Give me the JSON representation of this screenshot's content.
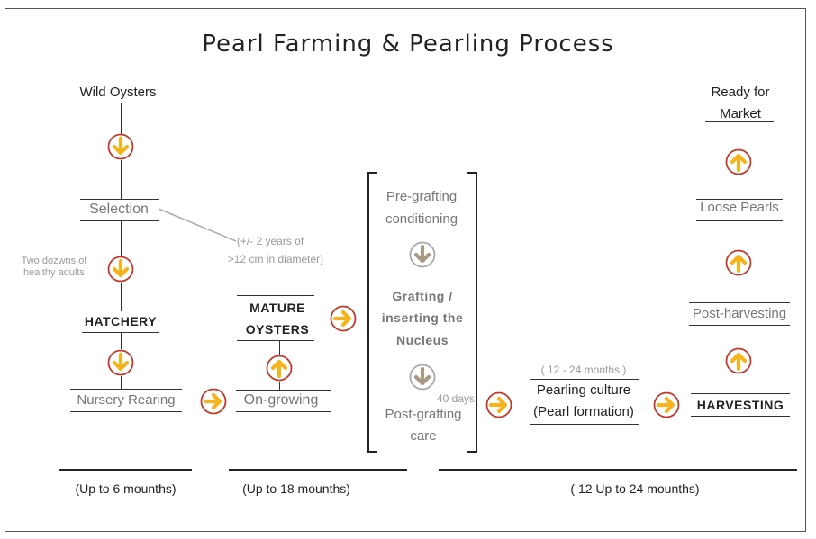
{
  "title": "Pearl Farming & Pearling Process",
  "nodes": {
    "wild_oysters": "Wild Oysters",
    "selection": "Selection",
    "selection_note_line1": "(+/- 2 years of",
    "selection_note_line2": ">12 cm in diameter)",
    "two_dozens_line1": "Two dozwns of",
    "two_dozens_line2": "healthy adults",
    "hatchery": "HATCHERY",
    "nursery_rearing": "Nursery Rearing",
    "on_growing": "On-growing",
    "mature_line1": "MATURE",
    "mature_line2": "OYSTERS",
    "pre_grafting_line1": "Pre-grafting",
    "pre_grafting_line2": "conditioning",
    "grafting_line1": "Grafting /",
    "grafting_line2": "inserting the",
    "grafting_line3": "Nucleus",
    "post_grafting_line1": "Post-grafting",
    "post_grafting_line2": "care",
    "forty_days": "40 days",
    "months_12_24": "( 12 - 24 months )",
    "pearling_line1": "Pearling culture",
    "pearling_line2": "(Pearl formation)",
    "harvesting": "HARVESTING",
    "post_harvesting": "Post-harvesting",
    "loose_pearls": "Loose Pearls",
    "ready_line1": "Ready for",
    "ready_line2": "Market"
  },
  "timeline": {
    "t1": "(Up to 6 mounths)",
    "t2": "(Up to 18 mounths)",
    "t3": "( 12 Up to 24 mounths)"
  },
  "colors": {
    "arrow_fill": "#F5B41E",
    "arrow_ring": "#C0392B",
    "gray_arrow_fill": "#A69A84",
    "gray_arrow_ring": "#A8A8A8"
  },
  "icons": {
    "down": "arrow-down-icon",
    "up": "arrow-up-icon",
    "right": "arrow-right-icon"
  }
}
